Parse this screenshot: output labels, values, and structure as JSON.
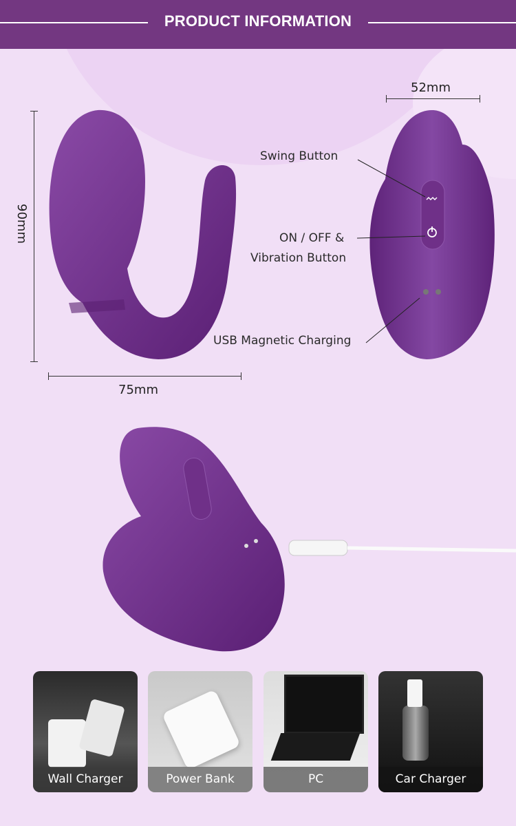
{
  "header": {
    "title": "PRODUCT INFORMATION"
  },
  "dimensions": {
    "height": "90mm",
    "width": "75mm",
    "depth": "52mm"
  },
  "annotations": {
    "swing": "Swing Button",
    "power_line1": "ON / OFF &",
    "power_line2": "Vibration Button",
    "charging": "USB Magnetic Charging"
  },
  "charging_options": [
    {
      "label": "Wall Charger"
    },
    {
      "label": "Power Bank"
    },
    {
      "label": "PC"
    },
    {
      "label": "Car Charger"
    }
  ],
  "colors": {
    "brand": "#733781",
    "product": "#6a2c86",
    "background": "#f1dff6"
  }
}
